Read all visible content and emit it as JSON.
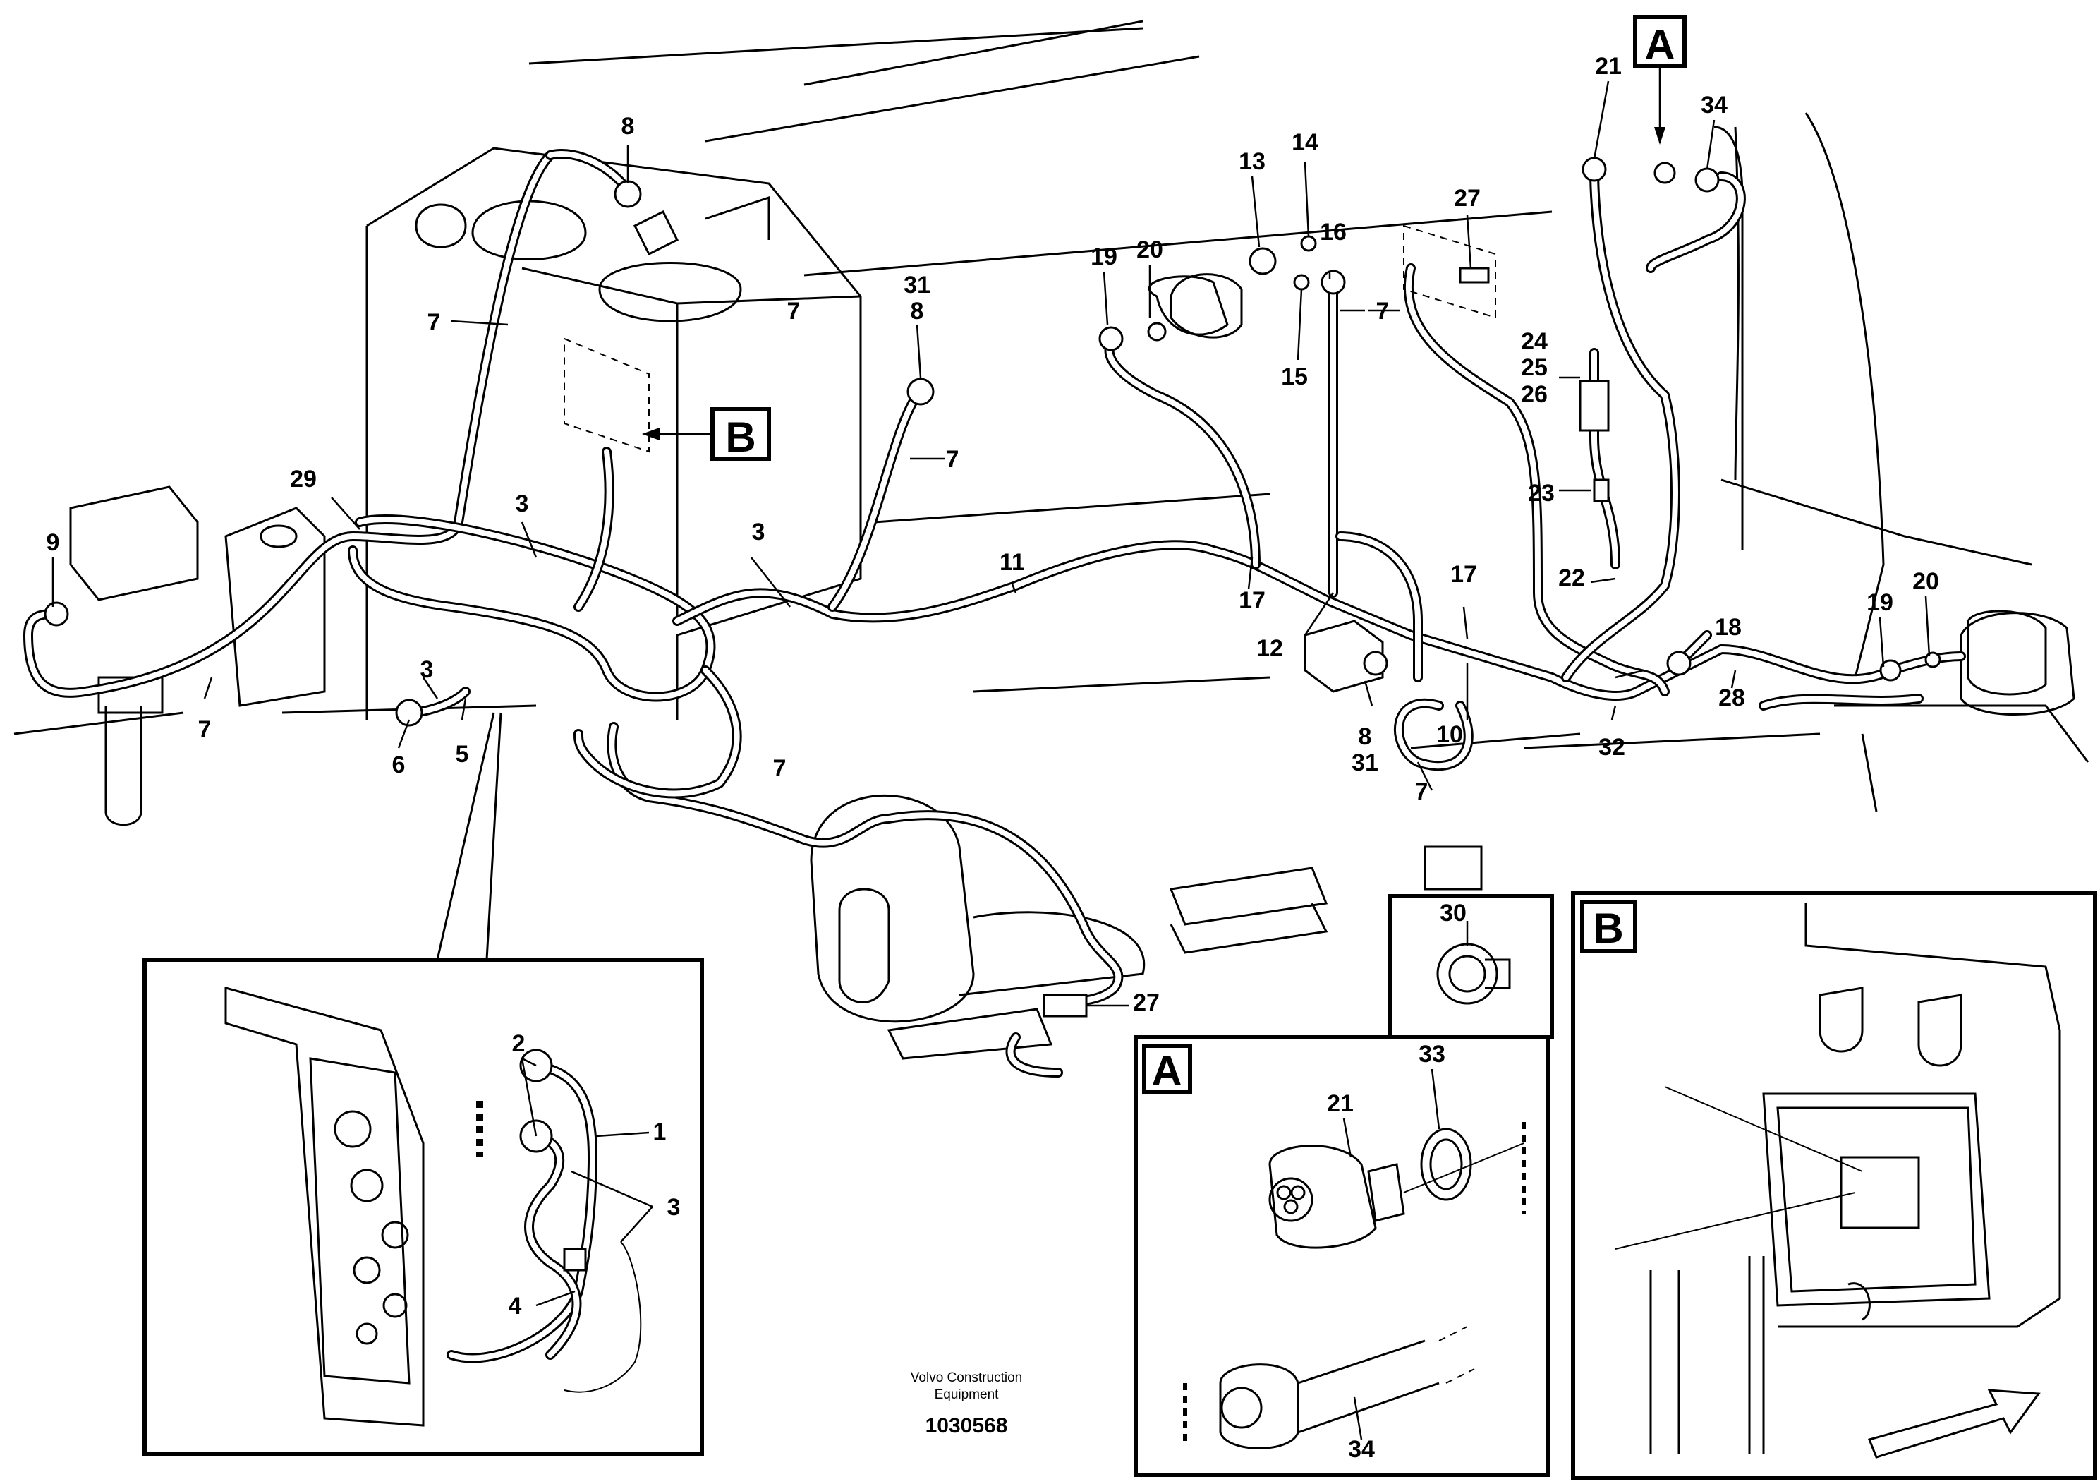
{
  "callouts": {
    "c1": "1",
    "c2": "2",
    "c3a": "3",
    "c3b": "3",
    "c3c": "3",
    "c3d": "3",
    "c4": "4",
    "c5": "5",
    "c6": "6",
    "c7a": "7",
    "c7b": "7",
    "c7c": "7",
    "c7d": "7",
    "c7e": "7",
    "c7f": "7",
    "c7g": "7",
    "c8a": "8",
    "c8b": "8",
    "c8c": "8",
    "c9": "9",
    "c10": "10",
    "c11": "11",
    "c12": "12",
    "c13": "13",
    "c14": "14",
    "c15": "15",
    "c16": "16",
    "c17a": "17",
    "c17b": "17",
    "c18": "18",
    "c19a": "19",
    "c19b": "19",
    "c20a": "20",
    "c20b": "20",
    "c21a": "21",
    "c21b": "21",
    "c22": "22",
    "c23": "23",
    "c24": "24",
    "c25": "25",
    "c26": "26",
    "c27a": "27",
    "c27b": "27",
    "c28": "28",
    "c29": "29",
    "c30": "30",
    "c31a": "31",
    "c31b": "31",
    "c32": "32",
    "c33": "33",
    "c34a": "34",
    "c34b": "34"
  },
  "detail_labels": {
    "a_main": "A",
    "b_main": "B",
    "a_box": "A",
    "b_box": "B"
  },
  "footer": {
    "brand_line1": "Volvo Construction",
    "brand_line2": "Equipment",
    "figure_number": "1030568"
  }
}
